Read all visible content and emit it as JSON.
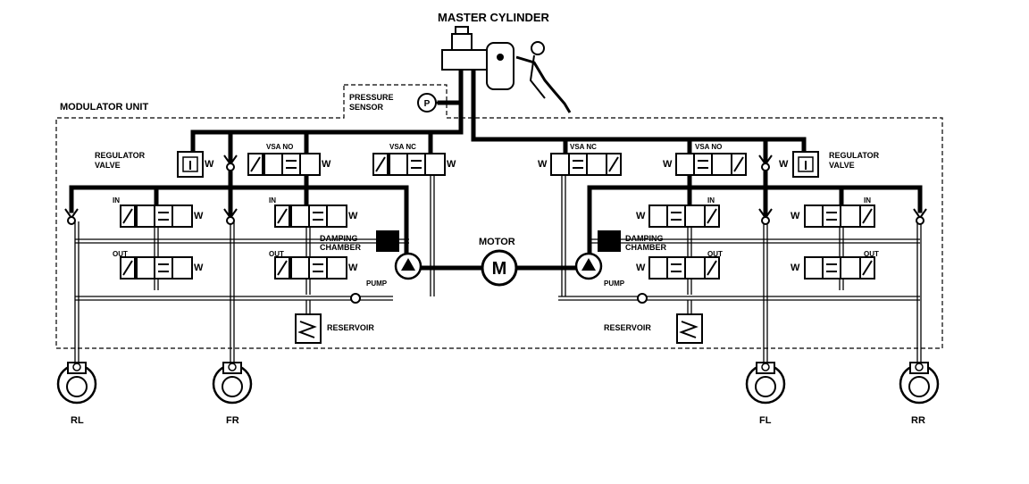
{
  "title": "MASTER CYLINDER",
  "modulator_label": "MODULATOR UNIT",
  "pressure_sensor": {
    "label_line1": "PRESSURE",
    "label_line2": "SENSOR",
    "symbol": "P"
  },
  "motor": {
    "label": "MOTOR",
    "symbol": "M"
  },
  "left": {
    "regulator_line1": "REGULATOR",
    "regulator_line2": "VALVE",
    "vsa_no": "VSA NO",
    "vsa_nc": "VSA NC",
    "in_rl": "IN",
    "in_fr": "IN",
    "out_rl": "OUT",
    "out_fr": "OUT",
    "damping_line1": "DAMPING",
    "damping_line2": "CHAMBER",
    "pump": "PUMP",
    "reservoir": "RESERVOIR"
  },
  "right": {
    "regulator_line1": "REGULATOR",
    "regulator_line2": "VALVE",
    "vsa_no": "VSA NO",
    "vsa_nc": "VSA NC",
    "in_fl": "IN",
    "in_rr": "IN",
    "out_fl": "OUT",
    "out_rr": "OUT",
    "damping_line1": "DAMPING",
    "damping_line2": "CHAMBER",
    "pump": "PUMP",
    "reservoir": "RESERVOIR"
  },
  "wheels": {
    "rl": "RL",
    "fr": "FR",
    "fl": "FL",
    "rr": "RR"
  },
  "spring_glyph": "W"
}
